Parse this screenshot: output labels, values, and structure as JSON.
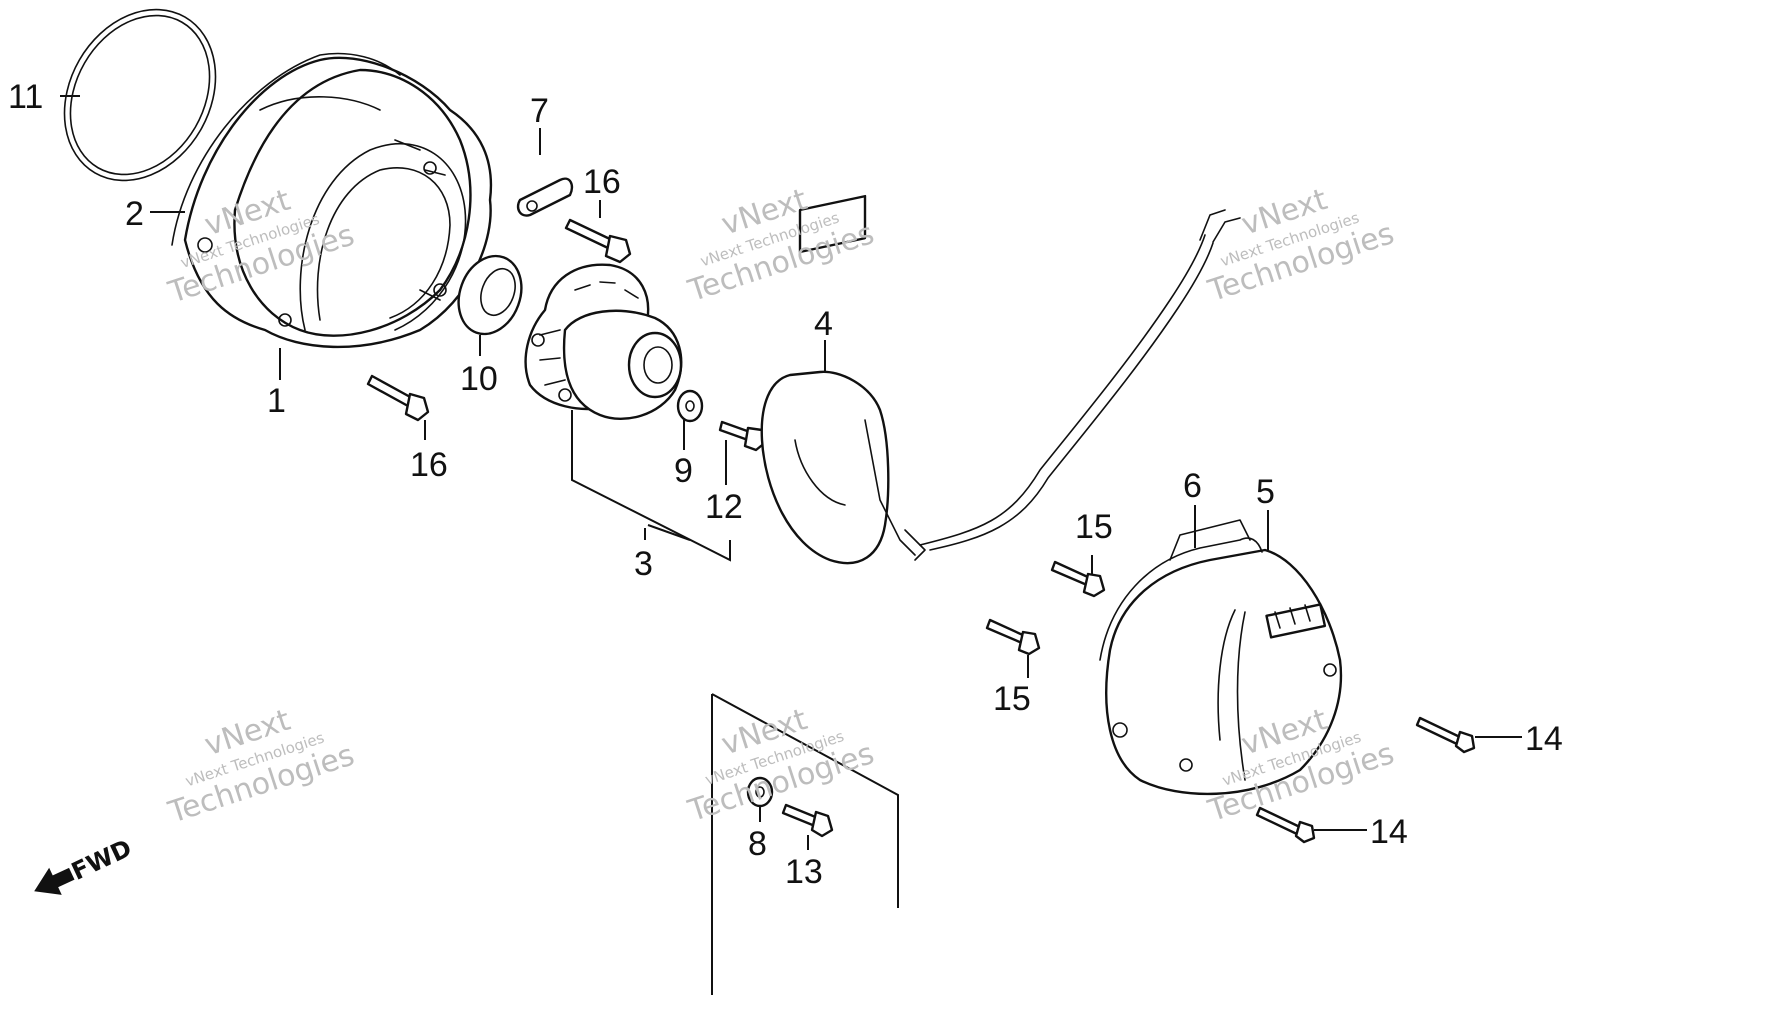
{
  "callouts": {
    "c1": "1",
    "c2": "2",
    "c3": "3",
    "c4": "4",
    "c5": "5",
    "c6": "6",
    "c7": "7",
    "c8": "8",
    "c9": "9",
    "c10": "10",
    "c11": "11",
    "c12": "12",
    "c13": "13",
    "c14a": "14",
    "c14b": "14",
    "c15a": "15",
    "c15b": "15",
    "c16a": "16",
    "c16b": "16"
  },
  "direction_label": "FWD",
  "watermark": {
    "brand_top": "vNext",
    "brand_line": "vNext Technologies",
    "brand_bottom": "Technologies"
  }
}
